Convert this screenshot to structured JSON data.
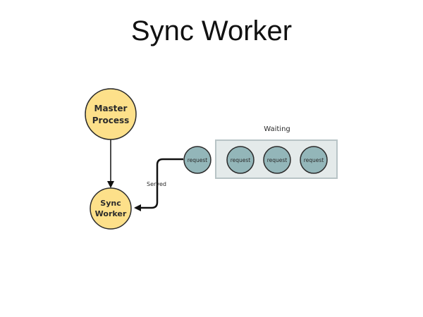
{
  "title": "Sync Worker",
  "nodes": {
    "master": {
      "line1": "Master",
      "line2": "Process"
    },
    "worker": {
      "line1": "Sync",
      "line2": "Worker"
    }
  },
  "queue": {
    "label": "Waiting",
    "items": [
      "request",
      "request",
      "request"
    ]
  },
  "active_request": "request",
  "edge_label": "Served",
  "colors": {
    "process_fill": "#fde08a",
    "process_stroke": "#2b2b2b",
    "request_fill": "#93b6b9",
    "queue_fill": "#e4eaea",
    "queue_stroke": "#b8c4c6",
    "arrow": "#111111"
  }
}
